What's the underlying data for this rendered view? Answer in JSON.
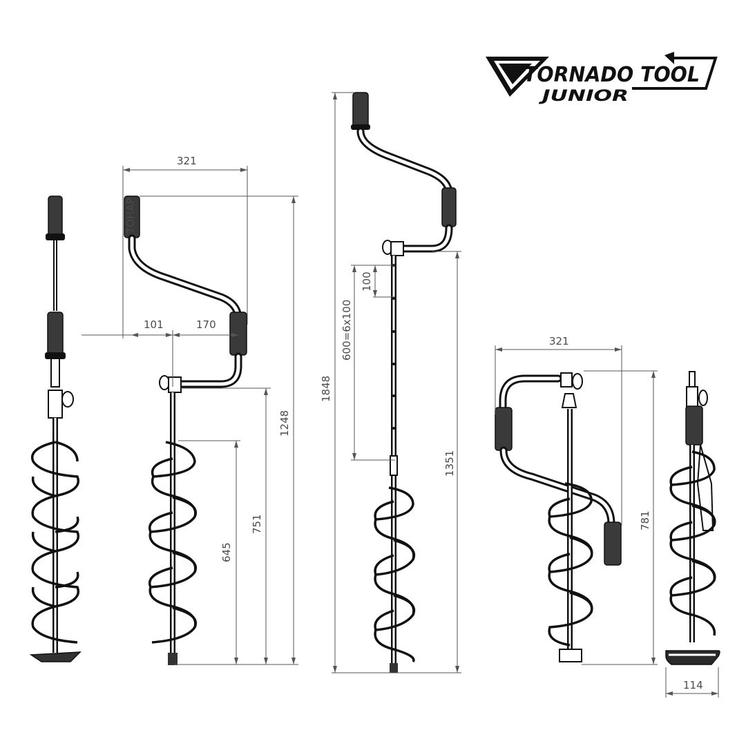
{
  "logo": {
    "brand": "TORNADO TOOL",
    "model": "JUNIOR"
  },
  "grip_text": "ТОНАР",
  "dimensions": {
    "view2_width": "321",
    "view2_offset1": "101",
    "view2_offset2": "170",
    "view2_total_height": "1248",
    "view2_lower_height": "751",
    "view2_spiral_height": "645",
    "view3_total_height": "1848",
    "view3_extension": "600=6x100",
    "view3_step": "100",
    "view3_lower_height": "1351",
    "view4_width": "321",
    "view4_height": "781",
    "view5_width": "114"
  }
}
